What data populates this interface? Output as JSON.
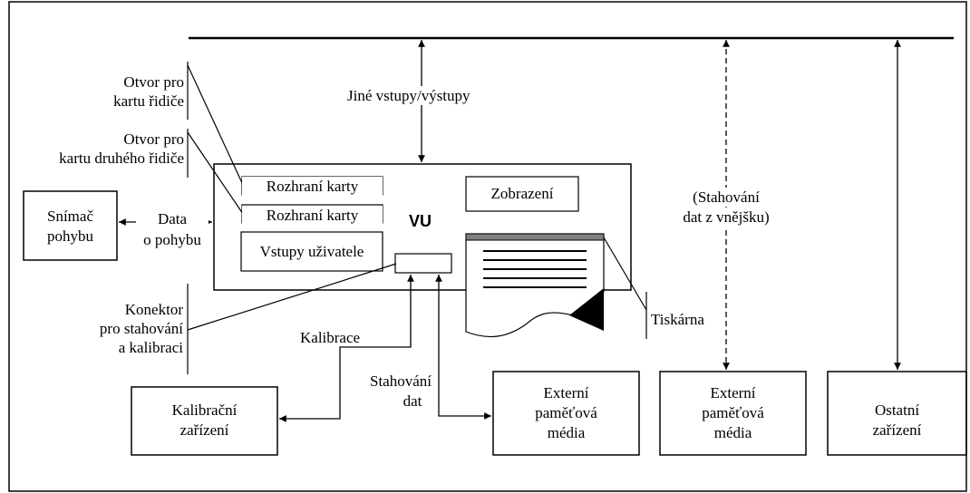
{
  "labels": {
    "other_io": "Jiné vstupy/výstupy",
    "driver_slot_line1": "Otvor pro",
    "driver_slot_line2": "kartu řidiče",
    "codriver_slot_line1": "Otvor pro",
    "codriver_slot_line2": "kartu druhého řidiče",
    "card_interface_1": "Rozhraní karty",
    "card_interface_2": "Rozhraní karty",
    "display": "Zobrazení",
    "vu": "VU",
    "user_inputs": "Vstupy uživatele",
    "motion_sensor_line1": "Snímač",
    "motion_sensor_line2": "pohybu",
    "motion_data_line1": "Data",
    "motion_data_line2": "o pohybu",
    "remote_download_line1": "(Stahování",
    "remote_download_line2": "dat z vnějšku)",
    "connector_line1": "Konektor",
    "connector_line2": "pro stahování",
    "connector_line3": "a kalibraci",
    "printer": "Tiskárna",
    "calibration": "Kalibrace",
    "download_line1": "Stahování",
    "download_line2": "dat",
    "calibration_device_line1": "Kalibrační",
    "calibration_device_line2": "zařízení",
    "ext_media_1_line1": "Externí",
    "ext_media_1_line2": "paměťová",
    "ext_media_1_line3": "média",
    "ext_media_2_line1": "Externí",
    "ext_media_2_line2": "paměťová",
    "ext_media_2_line3": "média",
    "other_devices_line1": "Ostatní",
    "other_devices_line2": "zařízení"
  },
  "colors": {
    "line": "#000000",
    "printer_bar": "#808080",
    "background": "#ffffff"
  }
}
